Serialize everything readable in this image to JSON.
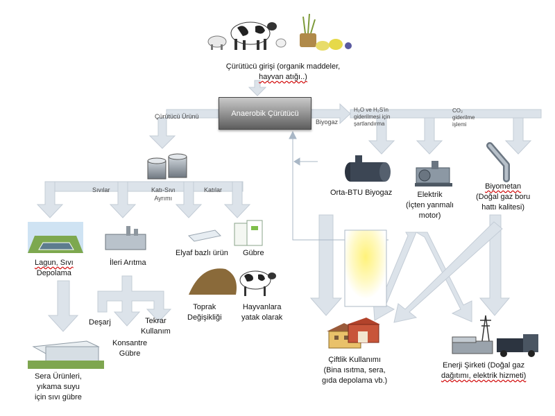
{
  "input": {
    "line1": "Çürütücü girişi (organik maddeler,",
    "line2": "hayvan atığı..)"
  },
  "digester": {
    "label": "Anaerobik Çürütücü"
  },
  "arrows": {
    "digestate": "Çürütücü Ürünü",
    "biogas": "Biyogaz",
    "liquids": "Sıvılar",
    "solids": "Katılar",
    "separation_line1": "Katı-Sıvı",
    "separation_line2": "Ayrımı",
    "discharge": "Deşarj",
    "reuse_line1": "Tekrar",
    "reuse_line2": "Kullanım"
  },
  "treatments": {
    "h2s_line1": "H₂O ve H₂S'in",
    "h2s_line2": "giderilmesi için",
    "h2s_line3": "şartlandırma",
    "co2_line1": "CO₂",
    "co2_line2": "giderilme",
    "co2_line3": "işlemi"
  },
  "nodes": {
    "lagoon_line1": "Lagun, Sıvı",
    "lagoon_line2": "Depolama",
    "advanced_treatment": "İleri Arıtma",
    "fiber_product": "Elyaf bazlı ürün",
    "fertilizer": "Gübre",
    "soil_line1": "Toprak",
    "soil_line2": "Değişikliği",
    "bedding_line1": "Hayvanlara",
    "bedding_line2": "yatak olarak",
    "concentrate_line1": "Konsantre",
    "concentrate_line2": "Gübre",
    "greenhouse_line1": "Sera Ürünleri,",
    "greenhouse_line2": "yıkama suyu",
    "greenhouse_line3": "için sıvı gübre",
    "medium_btu": "Orta-BTU Biyogaz",
    "electric_line1": "Elektrik",
    "electric_line2": "(İçten yanmalı",
    "electric_line3": "motor)",
    "biomethane_line1": "Biyometan",
    "biomethane_line2": "(Doğal gaz boru",
    "biomethane_line3": "hattı kalitesi)",
    "farm_line1": "Çiftlik Kullanımı",
    "farm_line2": "(Bina ısıtma, sera,",
    "farm_line3": "gıda depolama vb.)",
    "energy_line1": "Enerji Şirketi (Doğal gaz",
    "energy_line2": "dağıtımı, elektrik hizmeti)"
  },
  "colors": {
    "arrow": "#dce3ea",
    "arrow_edge": "#c3ccd6",
    "connector": "#a9b7c6",
    "digester_top": "#c9c9c9",
    "digester_bottom": "#5e5e5e",
    "heat_glow": "#fff27a"
  }
}
